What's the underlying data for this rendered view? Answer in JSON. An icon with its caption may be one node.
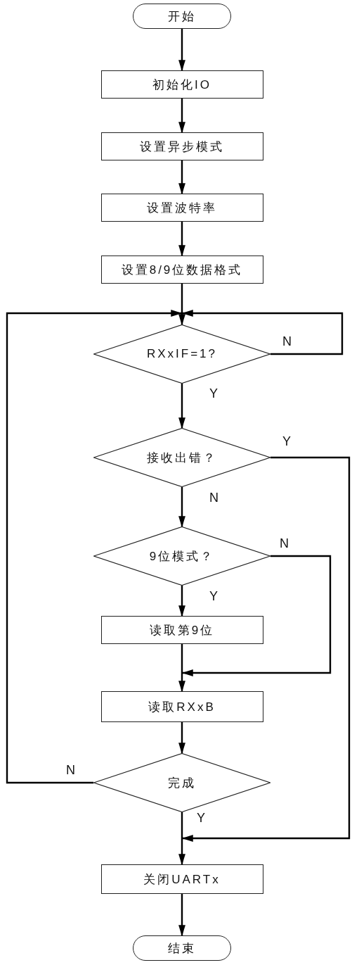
{
  "diagram": {
    "nodes": [
      {
        "text": [
          "开始"
        ]
      },
      {
        "text": [
          "初始化IO"
        ]
      },
      {
        "text": [
          "设置异步模式"
        ]
      },
      {
        "text": [
          "设置波特率"
        ]
      },
      {
        "text": [
          "设置8/9位数据格式"
        ]
      },
      {
        "text": [
          "RXxIF=1?"
        ]
      },
      {
        "text": [
          "接收出错？"
        ]
      },
      {
        "text": [
          "9位模式？"
        ]
      },
      {
        "text": [
          "读取第9位"
        ]
      },
      {
        "text": [
          "读取RXxB"
        ]
      },
      {
        "text": [
          "完成"
        ]
      },
      {
        "text": [
          "关闭UARTx"
        ]
      },
      {
        "text": [
          "结束"
        ]
      }
    ],
    "edges": [
      {
        "from": 0,
        "to": 1,
        "arrow": "to"
      },
      {
        "from": 1,
        "to": 2,
        "arrow": "to"
      },
      {
        "from": 2,
        "to": 3,
        "arrow": "to"
      },
      {
        "from": 3,
        "to": 4,
        "arrow": "to"
      },
      {
        "from": 4,
        "to": 5,
        "arrow": "to"
      },
      {
        "from": 5,
        "to": 5,
        "arrow": "to",
        "label": "N"
      },
      {
        "from": 5,
        "to": 6,
        "arrow": "to",
        "label": "Y"
      },
      {
        "from": 6,
        "to": 11,
        "arrow": "to",
        "label": "Y"
      },
      {
        "from": 6,
        "to": 7,
        "arrow": "to",
        "label": "N"
      },
      {
        "from": 7,
        "to": 8,
        "arrow": "to",
        "label": "Y"
      },
      {
        "from": 7,
        "to": 9,
        "arrow": "to",
        "label": "N"
      },
      {
        "from": 8,
        "to": 9,
        "arrow": "to"
      },
      {
        "from": 9,
        "to": 10,
        "arrow": "to"
      },
      {
        "from": 10,
        "to": 5,
        "arrow": "to",
        "label": "N"
      },
      {
        "from": 10,
        "to": 11,
        "arrow": "to",
        "label": "Y"
      },
      {
        "from": 11,
        "to": 12,
        "arrow": "to"
      }
    ]
  }
}
